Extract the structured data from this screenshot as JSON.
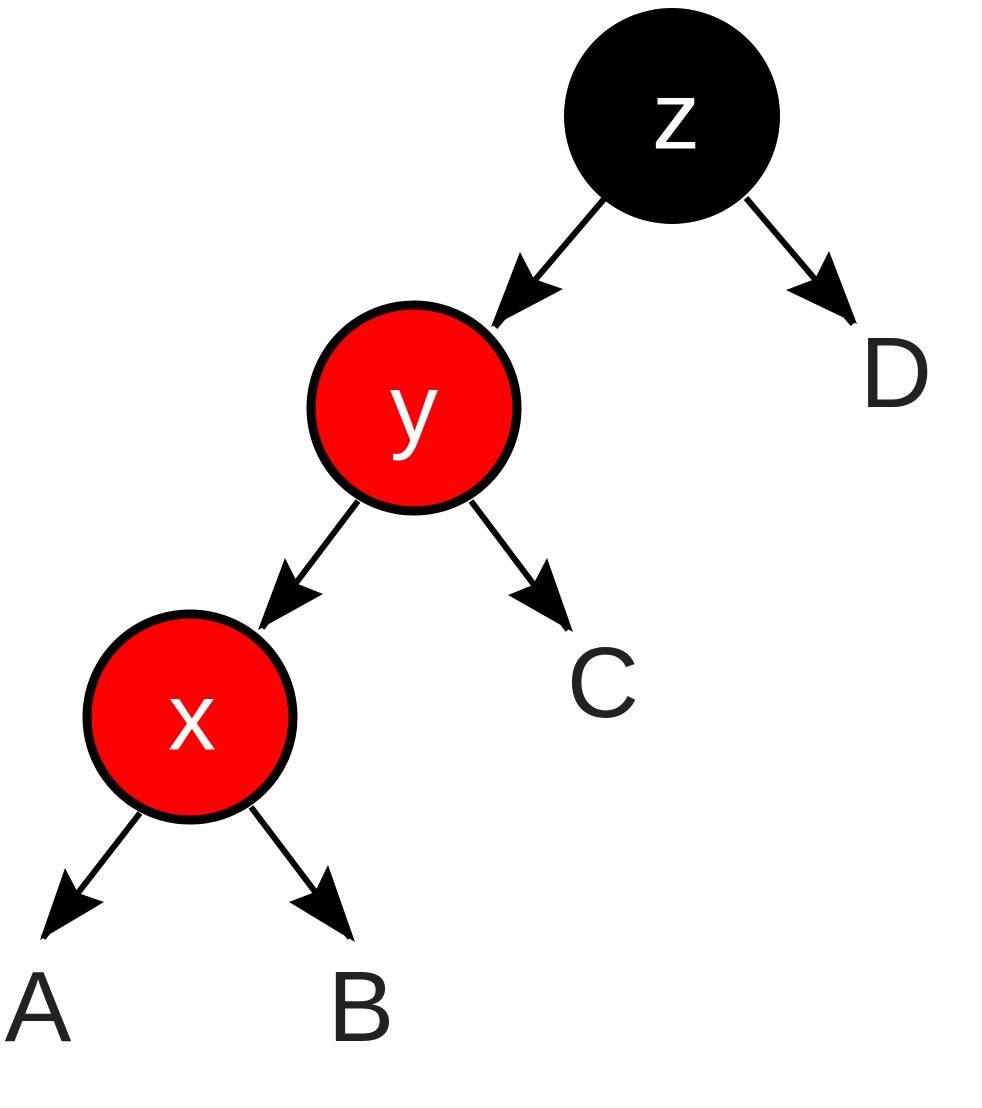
{
  "colors": {
    "black_node": "#000000",
    "red_node": "#ff0000",
    "node_text": "#ffffff",
    "edge": "#000000",
    "leaf_text": "#222222"
  },
  "nodes": {
    "z": {
      "label": "z",
      "color": "black"
    },
    "y": {
      "label": "y",
      "color": "red"
    },
    "x": {
      "label": "x",
      "color": "red"
    }
  },
  "leaves": {
    "a": "A",
    "b": "B",
    "c": "C",
    "d": "D"
  },
  "edges": [
    {
      "from": "z",
      "to": "y"
    },
    {
      "from": "z",
      "to": "D"
    },
    {
      "from": "y",
      "to": "x"
    },
    {
      "from": "y",
      "to": "C"
    },
    {
      "from": "x",
      "to": "A"
    },
    {
      "from": "x",
      "to": "B"
    }
  ]
}
